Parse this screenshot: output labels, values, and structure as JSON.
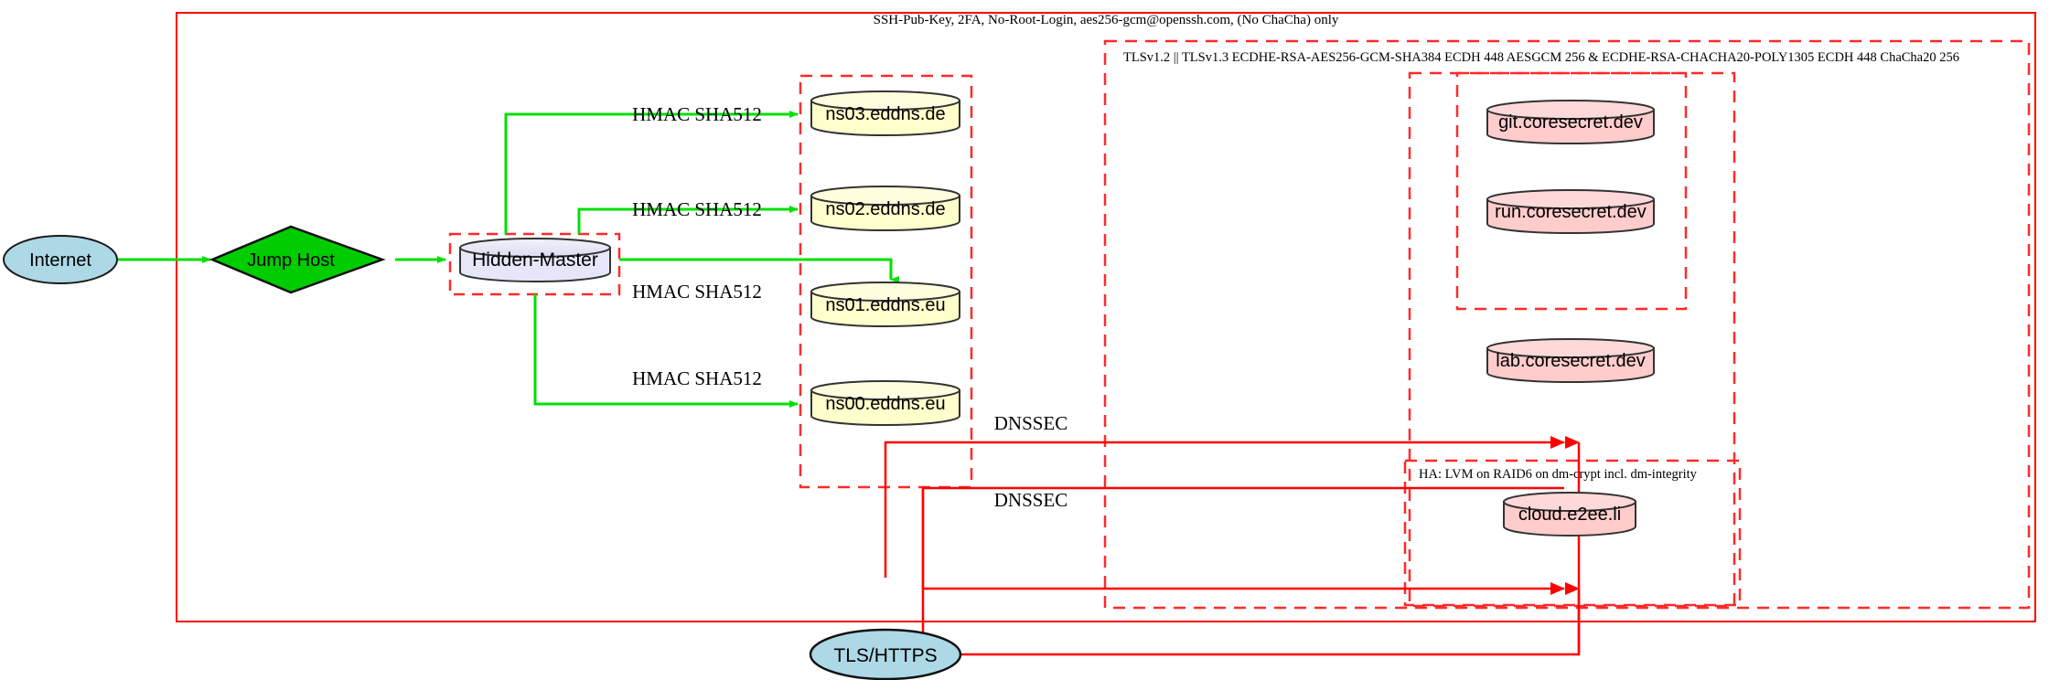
{
  "diagram": {
    "title": "Secure DNS and service hosting topology",
    "colors": {
      "boundary_red": "#ff0000",
      "cluster_dashed_red": "#ff2a2a",
      "edge_green": "#00e000",
      "edge_red": "#ff0000",
      "internet_fill": "#add8e6",
      "jump_host_fill": "#00cc00",
      "hidden_master_fill": "#e6e6fa",
      "dns_fill": "#ffffcc",
      "service_fill": "#ffcccc",
      "tls_fill": "#add8e6",
      "stroke_dark": "#2b2b2b"
    },
    "boundaries": [
      {
        "id": "ssh-boundary",
        "label": "SSH-Pub-Key, 2FA, No-Root-Login, aes256-gcm@openssh.com, (No ChaCha) only",
        "style": "solid"
      },
      {
        "id": "tls-boundary",
        "label": "TLSv1.2 || TLSv1.3 ECDHE-RSA-AES256-GCM-SHA384 ECDH 448 AESGCM 256 & ECDHE-RSA-CHACHA20-POLY1305 ECDH 448 ChaCha20 256",
        "style": "dashed"
      },
      {
        "id": "ha-boundary",
        "label": "HA: LVM on RAID6 on dm-crypt incl. dm-integrity",
        "style": "dashed"
      }
    ],
    "nodes": [
      {
        "id": "internet",
        "label": "Internet",
        "shape": "ellipse"
      },
      {
        "id": "jump-host",
        "label": "Jump Host",
        "shape": "diamond"
      },
      {
        "id": "hidden-master",
        "label": "Hidden-Master",
        "shape": "cylinder"
      },
      {
        "id": "ns03",
        "label": "ns03.eddns.de",
        "shape": "cylinder"
      },
      {
        "id": "ns02",
        "label": "ns02.eddns.de",
        "shape": "cylinder"
      },
      {
        "id": "ns01",
        "label": "ns01.eddns.eu",
        "shape": "cylinder"
      },
      {
        "id": "ns00",
        "label": "ns00.eddns.eu",
        "shape": "cylinder"
      },
      {
        "id": "git",
        "label": "git.coresecret.dev",
        "shape": "cylinder"
      },
      {
        "id": "run",
        "label": "run.coresecret.dev",
        "shape": "cylinder"
      },
      {
        "id": "lab",
        "label": "lab.coresecret.dev",
        "shape": "cylinder"
      },
      {
        "id": "cloud",
        "label": "cloud.e2ee.li",
        "shape": "cylinder"
      },
      {
        "id": "tls-https",
        "label": "TLS/HTTPS",
        "shape": "ellipse"
      }
    ],
    "edges": [
      {
        "from": "internet",
        "to": "jump-host",
        "label": "",
        "color": "green"
      },
      {
        "from": "jump-host",
        "to": "hidden-master",
        "label": "",
        "color": "green"
      },
      {
        "from": "hidden-master",
        "to": "ns03",
        "label": "HMAC SHA512",
        "color": "green"
      },
      {
        "from": "hidden-master",
        "to": "ns02",
        "label": "HMAC SHA512",
        "color": "green"
      },
      {
        "from": "hidden-master",
        "to": "ns01",
        "label": "HMAC SHA512",
        "color": "green"
      },
      {
        "from": "hidden-master",
        "to": "ns00",
        "label": "HMAC SHA512",
        "color": "green"
      },
      {
        "from": "ns-cluster",
        "to": "tls-boundary",
        "label": "DNSSEC",
        "color": "red"
      },
      {
        "from": "ns-cluster",
        "to": "ha-boundary",
        "label": "DNSSEC",
        "color": "red"
      },
      {
        "from": "tls-https",
        "to": "services",
        "label": "",
        "color": "red"
      }
    ],
    "edge_labels": {
      "hmac": "HMAC SHA512",
      "dnssec": "DNSSEC"
    }
  }
}
